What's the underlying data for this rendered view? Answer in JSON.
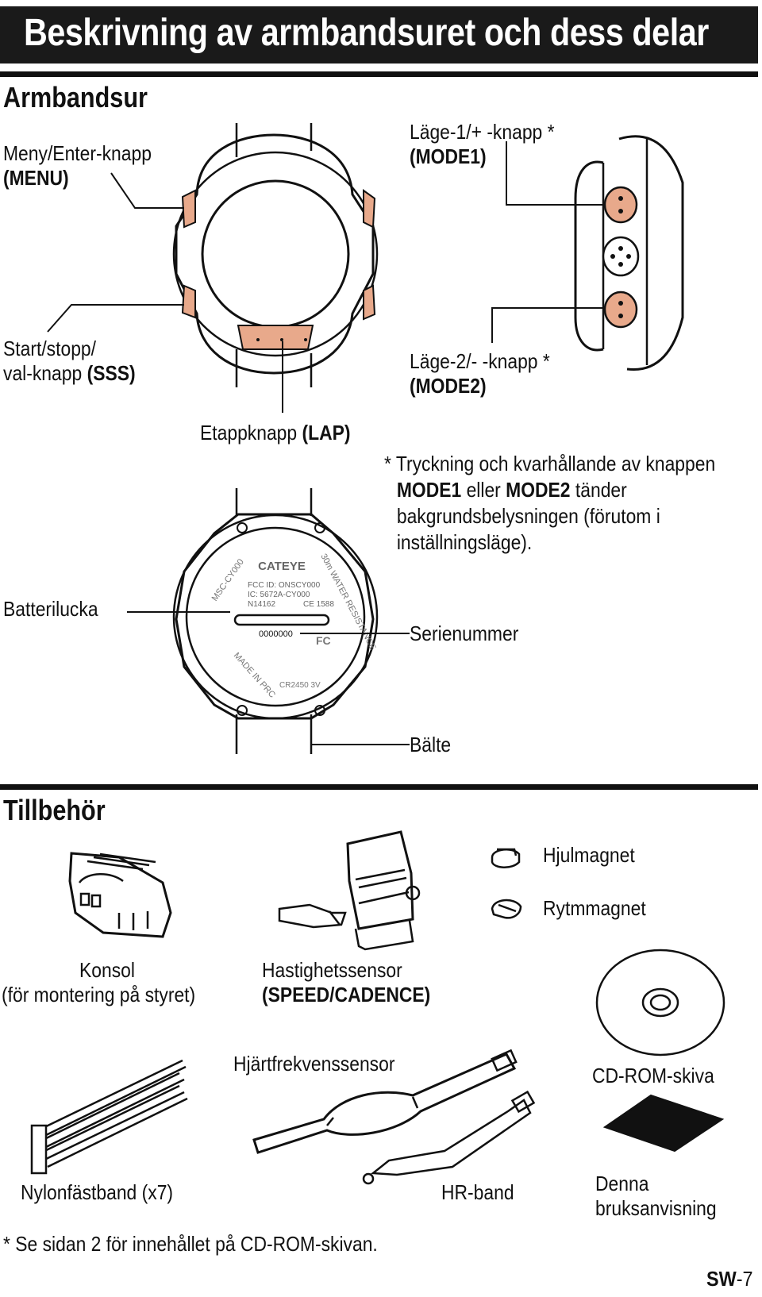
{
  "title": "Beskrivning av armbandsuret och dess delar",
  "section_watch": "Armbandsur",
  "labels": {
    "menu": "Meny/Enter-knapp",
    "menu_code": "(MENU)",
    "mode1": "Läge-1/+ -knapp *",
    "mode1_code": "(MODE1)",
    "sss_line1": "Start/stopp/",
    "sss_line2": "val-knapp ",
    "sss_code": "(SSS)",
    "mode2": "Läge-2/- -knapp *",
    "mode2_code": "(MODE2)",
    "lap": "Etappknapp ",
    "lap_code": "(LAP)",
    "battery": "Batterilucka",
    "serial": "Serienummer",
    "belt": "Bälte"
  },
  "footnote": {
    "star": "*",
    "line1": "Tryckning och kvarhållande av knappen",
    "mode1": "MODE1",
    "or": " eller ",
    "mode2": "MODE2",
    "rest": " tänder",
    "line3": "bakgrundsbelysningen (förutom i",
    "line4": "inställningsläge)."
  },
  "watch_back": {
    "brand": "CATEYE",
    "fcc": "FCC ID: ONSCY000",
    "ic": "IC: 5672A-CY000",
    "n": "N14162",
    "ce": "CE 1588",
    "serial_digits": "0000000",
    "fc": "FC",
    "rim_left": "MSC-CY000",
    "rim_right": "30m WATER RESISTANCE",
    "rim_bottom": "MADE IN PRC",
    "battery_cr": "CR2450 3V"
  },
  "section_acc": "Tillbehör",
  "accessories": {
    "wheel_magnet": "Hjulmagnet",
    "cadence_magnet": "Rytmmagnet",
    "bracket_line1": "Konsol",
    "bracket_line2": "(för montering på styret)",
    "speed_line1": "Hastighetssensor",
    "speed_line2": "(SPEED/CADENCE)",
    "hr_sensor": "Hjärtfrekvenssensor",
    "cdrom": "CD-ROM-skiva",
    "nylon": "Nylonfästband (x7)",
    "hr_band": "HR-band",
    "manual_line1": "Denna",
    "manual_line2": "bruksanvisning"
  },
  "cd_note": "* Se sidan 2 för innehållet på CD-ROM-skivan.",
  "page": {
    "prefix": "SW",
    "number": "-7"
  },
  "colors": {
    "accent_button": "#e8a98b",
    "ink": "#111111"
  }
}
